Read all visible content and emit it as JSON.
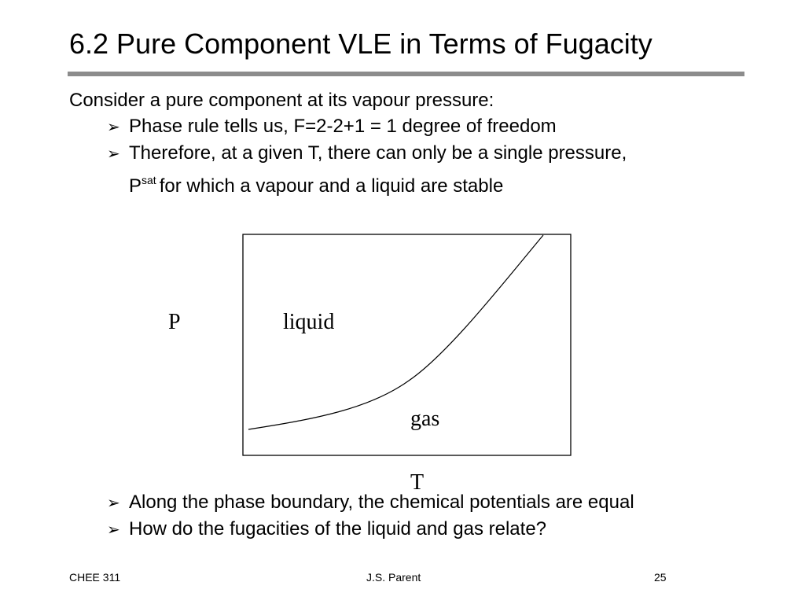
{
  "slide": {
    "title": "6.2 Pure Component VLE in Terms of Fugacity",
    "intro": "Consider a pure component at its vapour pressure:",
    "bullets_top": [
      {
        "text": "Phase rule tells us, F=2-2+1 = 1 degree of freedom"
      },
      {
        "text": "Therefore, at a given T, there can only be a single pressure,"
      }
    ],
    "bullet_continuation": {
      "symbol": "P",
      "superscript": "sat",
      "text": "for which a vapour and a liquid are stable"
    },
    "bullets_bottom": [
      {
        "text": "Along the phase boundary, the chemical potentials are equal"
      },
      {
        "text": "How do the fugacities of the liquid and gas relate?"
      }
    ],
    "bullet_marker": "➢"
  },
  "diagram": {
    "y_label": "P",
    "x_label": "T",
    "region_labels": {
      "liquid": "liquid",
      "gas": "gas"
    }
  },
  "footer": {
    "left": "CHEE 311",
    "center": "J.S. Parent",
    "right": "25"
  }
}
